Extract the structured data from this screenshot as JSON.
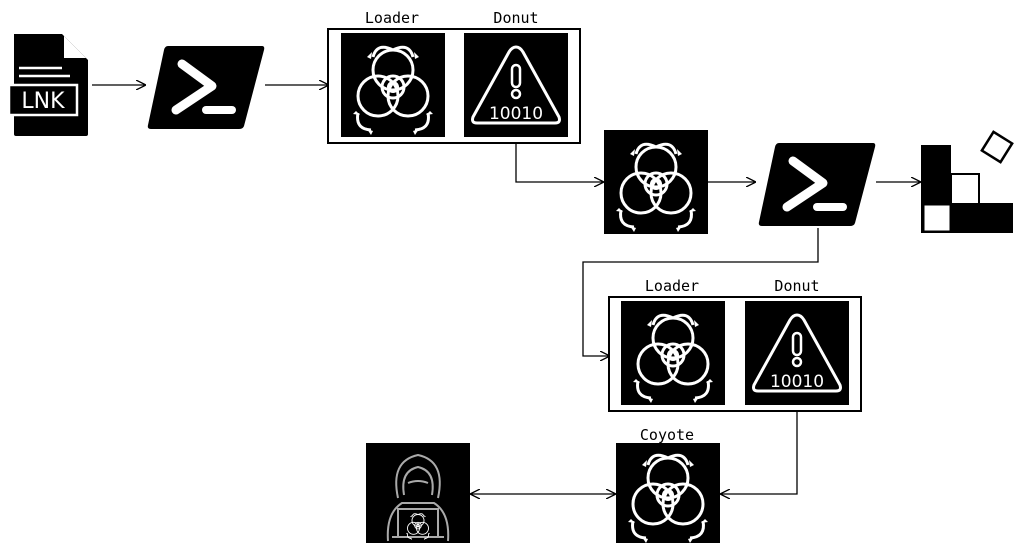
{
  "diagram": {
    "nodes": {
      "lnk": {
        "text": "LNK",
        "icon": "lnk-file-icon"
      },
      "ps1": {
        "icon": "powershell-icon"
      },
      "group1": {
        "loader": {
          "label": "Loader",
          "icon": "biohazard-icon"
        },
        "donut": {
          "label": "Donut",
          "icon": "warning-binary-icon",
          "text": "10010"
        }
      },
      "mid_malware": {
        "icon": "biohazard-icon"
      },
      "ps2": {
        "icon": "powershell-icon"
      },
      "blocks": {
        "icon": "falling-blocks-icon"
      },
      "group2": {
        "loader": {
          "label": "Loader",
          "icon": "biohazard-icon"
        },
        "donut": {
          "label": "Donut",
          "icon": "warning-binary-icon",
          "text": "10010"
        }
      },
      "coyote": {
        "label": "Coyote",
        "icon": "biohazard-icon"
      },
      "hacker": {
        "icon": "hooded-hacker-icon"
      }
    },
    "colors": {
      "ink": "#000000",
      "paper": "#ffffff"
    }
  }
}
